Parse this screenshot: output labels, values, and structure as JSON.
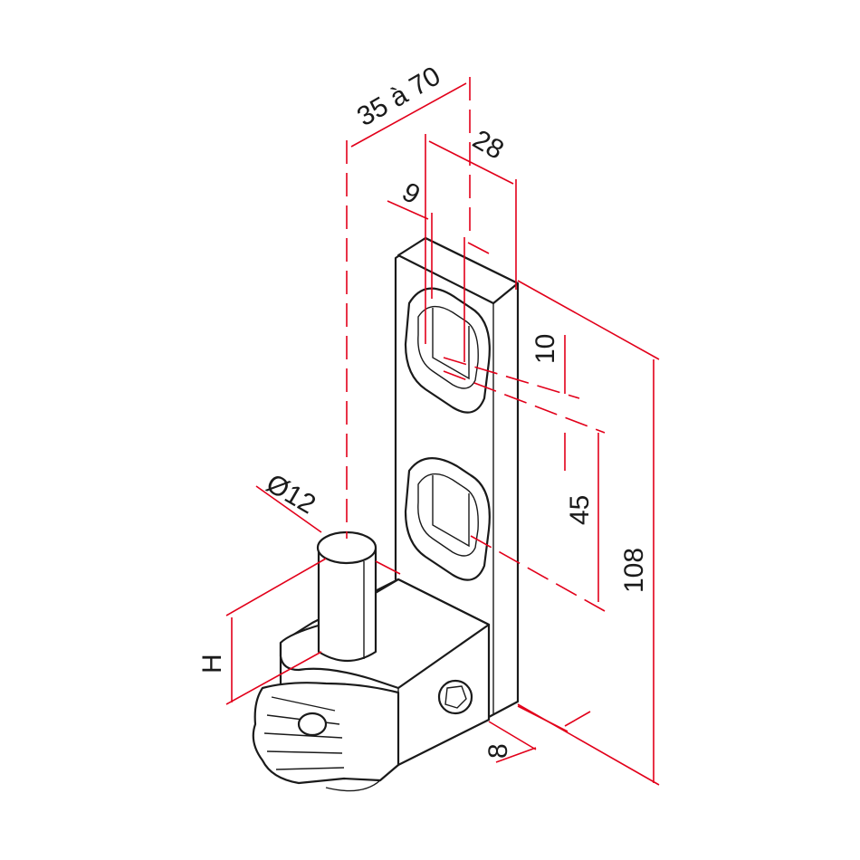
{
  "title": "Hinge pin bracket dimension drawing",
  "colors": {
    "dimension": "#e2001a",
    "outline": "#1a1a1a"
  },
  "dimensions": {
    "offset": "35 à 70",
    "width": "28",
    "slot_offset": "9",
    "slot_width": "10",
    "slot_spacing": "45",
    "height": "108",
    "pin_diameter": "Ø12",
    "pin_height": "H",
    "thickness": "8"
  }
}
